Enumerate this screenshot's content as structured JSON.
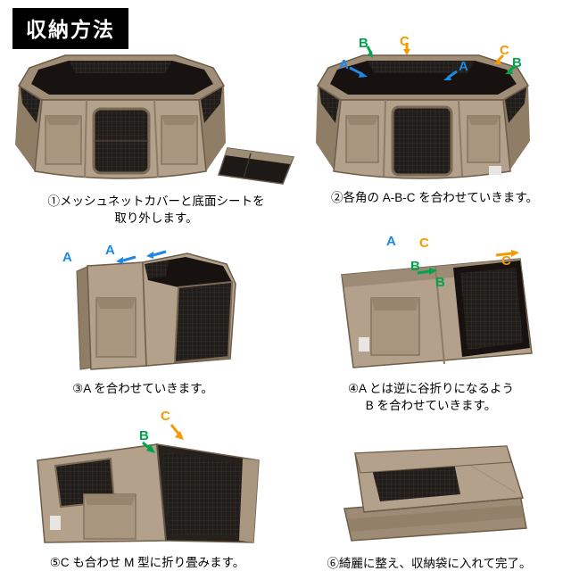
{
  "title": "収納方法",
  "markers": {
    "a": "A",
    "b": "B",
    "c": "C"
  },
  "colors": {
    "marker_a": "#1e88e5",
    "marker_b": "#00a44a",
    "marker_c": "#f59a00",
    "fabric_tan": "#b3a18c",
    "mesh_dark": "#211d1a",
    "badge_bg": "#000000"
  },
  "steps": [
    {
      "lines": [
        "①メッシュネットカバーと底面シートを",
        "取り外します。"
      ]
    },
    {
      "lines": [
        "②各角の A-B-C を合わせていきます。"
      ]
    },
    {
      "lines": [
        "③A を合わせていきます。"
      ]
    },
    {
      "lines": [
        "④A とは逆に谷折りになるよう",
        "B を合わせていきます。"
      ]
    },
    {
      "lines": [
        "⑤C も合わせ M 型に折り畳みます。"
      ]
    },
    {
      "lines": [
        "⑥綺麗に整え、収納袋に入れて完了。"
      ]
    }
  ]
}
